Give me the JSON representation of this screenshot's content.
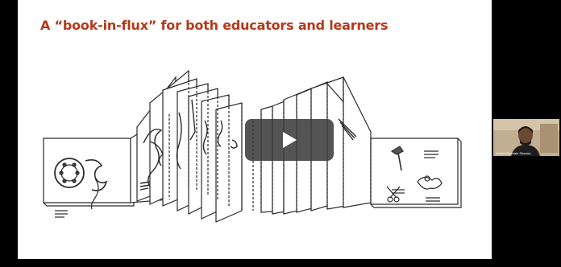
{
  "slide": {
    "title": "A “book-in-flux” for both educators and learners",
    "title_color": "#b5391b",
    "background": "#ffffff"
  },
  "video": {
    "play_icon": "play-icon",
    "play_button_color": "#3c3c3c"
  },
  "participant": {
    "name": "Aniket Dhamale Sharma",
    "video_tile": "webcam-thumbnail"
  }
}
